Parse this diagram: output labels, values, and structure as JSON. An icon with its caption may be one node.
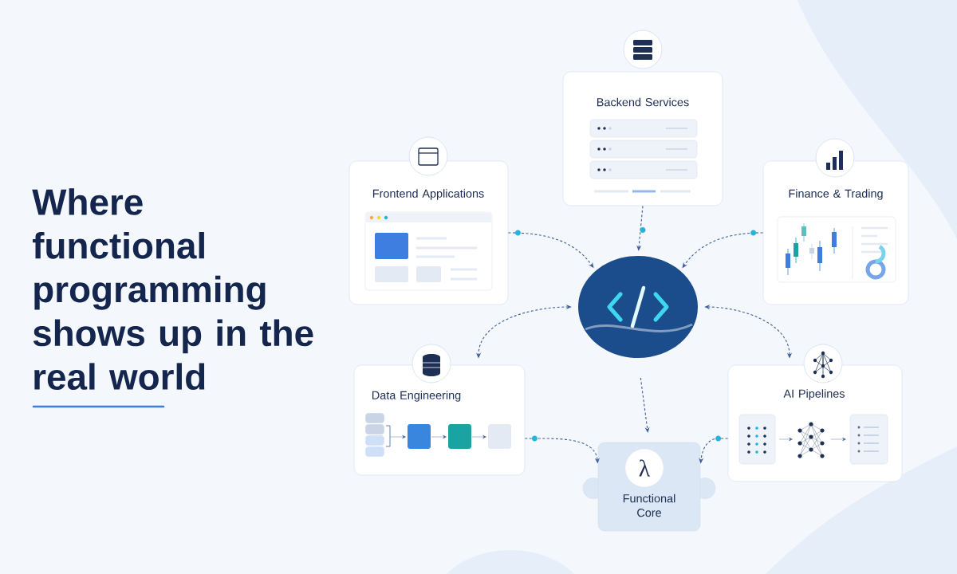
{
  "diagram": {
    "title": "Where functional programming shows up in the real world",
    "nodes": [
      {
        "text": [
          "Backend Services"
        ]
      },
      {
        "text": [
          "Frontend Applications"
        ]
      },
      {
        "text": [
          "Finance & Trading"
        ]
      },
      {
        "text": [],
        "shape": "picture"
      },
      {
        "text": [
          "Data Engineering"
        ]
      },
      {
        "text": [
          "AI Pipelines"
        ]
      },
      {
        "text": [
          "λ",
          "Functional Core"
        ]
      }
    ],
    "edges": [
      {
        "from": 0,
        "to": 3,
        "arrow": "to",
        "style": "dashed"
      },
      {
        "from": 1,
        "to": 3,
        "arrow": "to",
        "style": "dashed"
      },
      {
        "from": 2,
        "to": 3,
        "arrow": "to",
        "style": "dashed"
      },
      {
        "from": 3,
        "to": 4,
        "arrow": "both",
        "style": "dashed"
      },
      {
        "from": 3,
        "to": 5,
        "arrow": "both",
        "style": "dashed"
      },
      {
        "from": 3,
        "to": 6,
        "arrow": "to",
        "style": "dashed"
      },
      {
        "from": 4,
        "to": 6,
        "arrow": "to",
        "style": "dashed"
      },
      {
        "from": 5,
        "to": 6,
        "arrow": "to",
        "style": "dashed"
      }
    ]
  }
}
